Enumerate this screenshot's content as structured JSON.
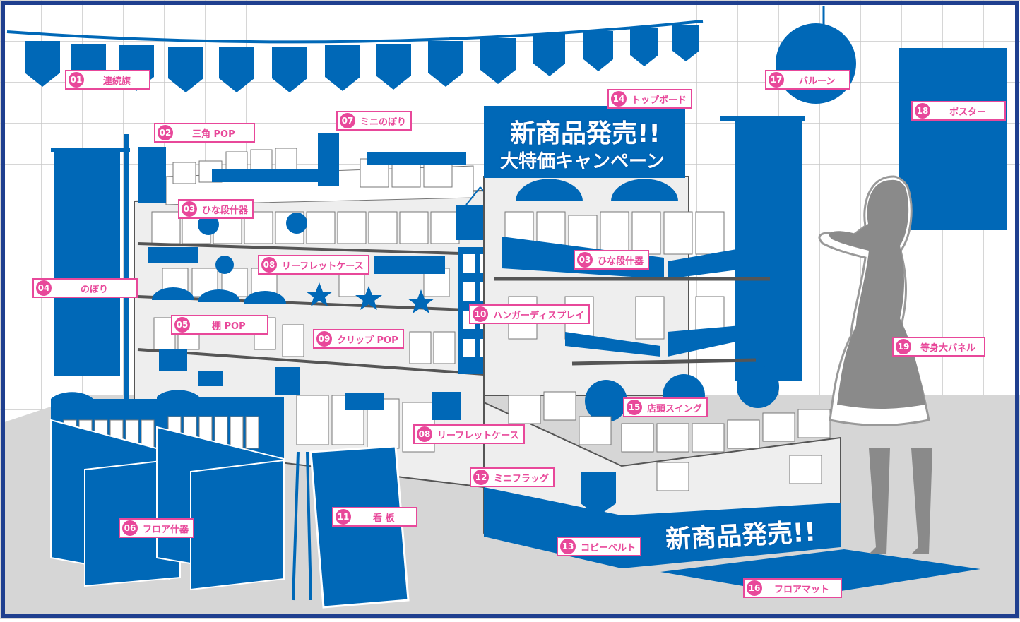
{
  "colors": {
    "blue": "#0068b7",
    "pink": "#e8489a",
    "frame": "#1f3f8f",
    "grid": "#c8c8c8",
    "gray": "#8a8a8a",
    "floor": "#d6d6d6"
  },
  "signs": {
    "top_board_line1": "新商品発売!!",
    "top_board_line2": "大特価キャンペーン",
    "copy_belt": "新商品発売!!"
  },
  "labels": [
    {
      "num": "01",
      "text": "連続旗"
    },
    {
      "num": "02",
      "text": "三角 POP"
    },
    {
      "num": "03",
      "text": "ひな段什器"
    },
    {
      "num": "03",
      "text": "ひな段什器"
    },
    {
      "num": "04",
      "text": "のぼり"
    },
    {
      "num": "05",
      "text": "棚 POP"
    },
    {
      "num": "06",
      "text": "フロア什器"
    },
    {
      "num": "07",
      "text": "ミニのぼり"
    },
    {
      "num": "08",
      "text": "リーフレットケース"
    },
    {
      "num": "08",
      "text": "リーフレットケース"
    },
    {
      "num": "09",
      "text": "クリップ POP"
    },
    {
      "num": "10",
      "text": "ハンガーディスプレイ"
    },
    {
      "num": "11",
      "text": "看 板"
    },
    {
      "num": "12",
      "text": "ミニフラッグ"
    },
    {
      "num": "13",
      "text": "コピーベルト"
    },
    {
      "num": "14",
      "text": "トップボード"
    },
    {
      "num": "15",
      "text": "店頭スイング"
    },
    {
      "num": "16",
      "text": "フロアマット"
    },
    {
      "num": "17",
      "text": "バルーン"
    },
    {
      "num": "18",
      "text": "ポスター"
    },
    {
      "num": "19",
      "text": "等身大パネル"
    }
  ]
}
